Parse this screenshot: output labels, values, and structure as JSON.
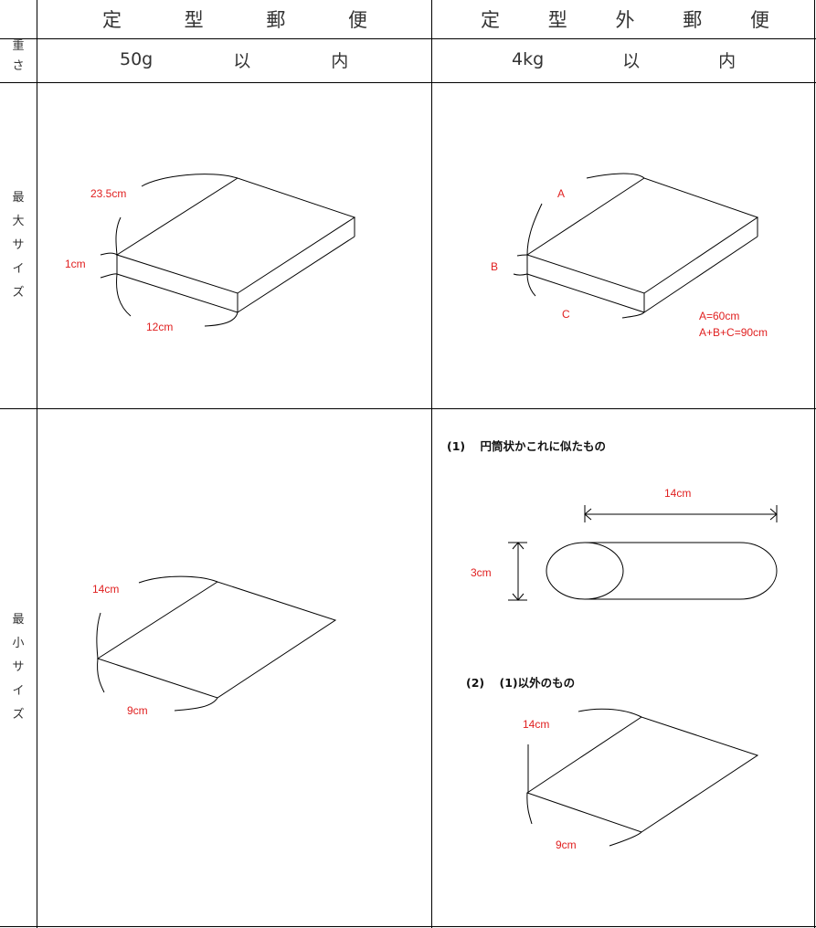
{
  "table": {
    "columns": [
      {
        "header_chars": [
          "定",
          "型",
          "郵",
          "便"
        ],
        "header": "定型郵便"
      },
      {
        "header_chars": [
          "定",
          "型",
          "外",
          "郵",
          "便"
        ],
        "header": "定型外郵便"
      }
    ],
    "rows": {
      "weight": {
        "label_chars": [
          "重",
          "さ"
        ],
        "label": "重さ",
        "teikei": {
          "value": "50g",
          "suffix1": "以",
          "suffix2": "内"
        },
        "teikeigai": {
          "value": "4kg",
          "suffix1": "以",
          "suffix2": "内"
        }
      },
      "max_size": {
        "label_chars": [
          "最",
          "大",
          "サ",
          "イ",
          "ズ"
        ],
        "label": "最大サイズ",
        "teikei": {
          "length": "23.5cm",
          "thickness": "1cm",
          "width": "12cm"
        },
        "teikeigai": {
          "a": "A",
          "b": "B",
          "c": "C",
          "rule1": "A=60cm",
          "rule2": "A+B+C=90cm"
        }
      },
      "min_size": {
        "label_chars": [
          "最",
          "小",
          "サ",
          "イ",
          "ズ"
        ],
        "label": "最小サイズ",
        "teikei": {
          "length": "14cm",
          "width": "9cm"
        },
        "teikeigai": {
          "case1": {
            "num": "(1)",
            "title": "円筒状かこれに似たもの",
            "length": "14cm",
            "diameter": "3cm"
          },
          "case2": {
            "num": "(2)",
            "title": "(1)以外のもの",
            "length": "14cm",
            "width": "9cm"
          }
        }
      }
    }
  },
  "colors": {
    "line": "#000000",
    "dimension_text": "#e02020",
    "text": "#333333"
  }
}
